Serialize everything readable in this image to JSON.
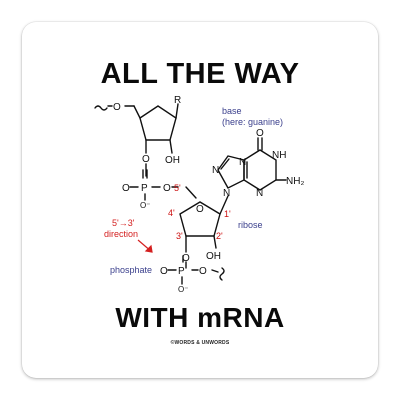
{
  "headline_top": "ALL THE WAY",
  "headline_bottom": "WITH mRNA",
  "labels": {
    "base_line1": "base",
    "base_line2": "(here: guanine)",
    "ribose": "ribose",
    "direction_line1": "5'→3'",
    "direction_line2": "direction",
    "phosphate": "phosphate"
  },
  "atoms": {
    "O_link_top": "O",
    "R": "R",
    "OH_top": "OH",
    "O_ring_top": "O",
    "P_top": "P",
    "O_dbl_top": "O",
    "O_minus_top": "O⁻",
    "O_5prime": "O",
    "five_prime": "5'",
    "four_prime": "4'",
    "three_prime": "3'",
    "two_prime": "2'",
    "one_prime": "1'",
    "O_ring_mid": "O",
    "OH_mid": "OH",
    "O_3prime": "O",
    "P_bottom": "P",
    "O_dbl_bottom": "O",
    "O_minus_bottom": "O⁻",
    "O_bottom_right": "O",
    "N1": "N",
    "N3": "N",
    "N7": "N",
    "N9": "N",
    "NH": "NH",
    "NH2": "NH₂",
    "O_carbonyl": "O"
  },
  "credit": "©WORDS & UNWORDS",
  "colors": {
    "headline": "#0a0a0a",
    "bond": "#111111",
    "label_blue": "#3a3f8c",
    "label_red": "#d42020",
    "prime_red": "#cc1111"
  }
}
